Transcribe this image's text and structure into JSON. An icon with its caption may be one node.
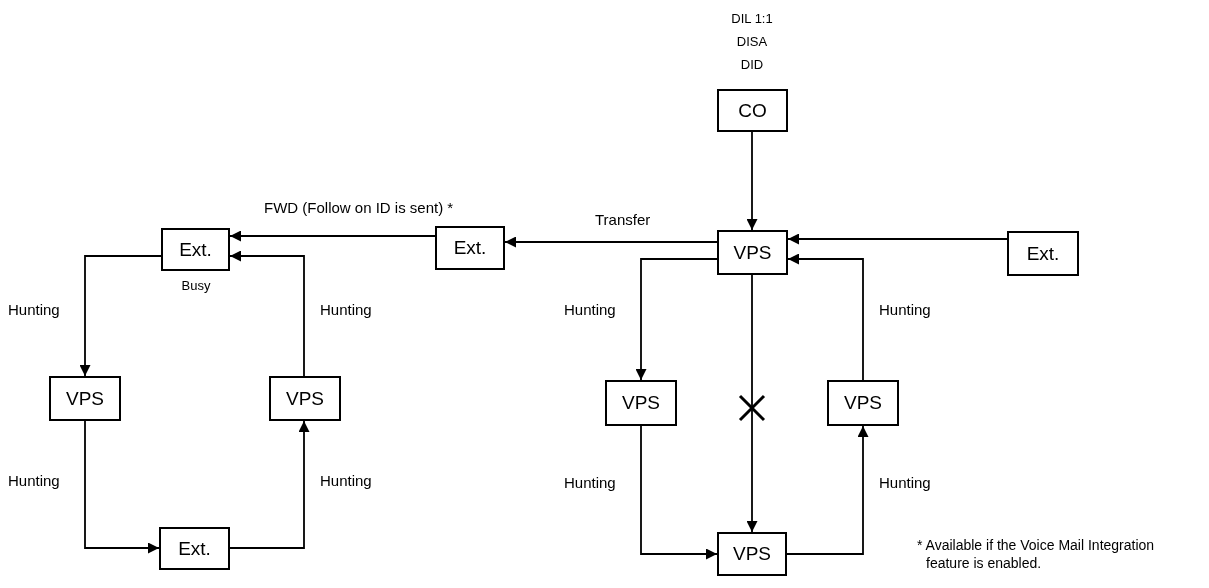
{
  "diagram": {
    "nodes": [
      {
        "text": [
          "CO"
        ],
        "beside": [
          "DIL 1:1",
          "DISA",
          "DID"
        ]
      },
      {
        "text": [
          "VPS"
        ]
      },
      {
        "text": [
          "Ext."
        ]
      },
      {
        "text": [
          "Ext."
        ]
      },
      {
        "text": [
          "Ext."
        ],
        "beside": [
          "Busy"
        ]
      },
      {
        "text": [
          "VPS"
        ]
      },
      {
        "text": [
          "VPS"
        ]
      },
      {
        "text": [
          "Ext."
        ]
      },
      {
        "text": [
          "VPS"
        ]
      },
      {
        "text": [
          "VPS"
        ]
      },
      {
        "text": [
          "VPS"
        ]
      }
    ],
    "edges": [
      {
        "from": 0,
        "to": 1,
        "arrow": "to"
      },
      {
        "from": 2,
        "to": 1,
        "arrow": "to"
      },
      {
        "from": 1,
        "to": 3,
        "arrow": "to",
        "label": "Transfer"
      },
      {
        "from": 3,
        "to": 4,
        "arrow": "to",
        "label": "FWD (Follow on ID is sent) *"
      },
      {
        "from": 4,
        "to": 5,
        "arrow": "to",
        "label": "Hunting"
      },
      {
        "from": 5,
        "to": 7,
        "arrow": "to",
        "label": "Hunting"
      },
      {
        "from": 7,
        "to": 6,
        "arrow": "to",
        "label": "Hunting"
      },
      {
        "from": 6,
        "to": 4,
        "arrow": "to",
        "label": "Hunting"
      },
      {
        "from": 1,
        "to": 8,
        "arrow": "to",
        "label": "Hunting"
      },
      {
        "from": 8,
        "to": 10,
        "arrow": "to",
        "label": "Hunting"
      },
      {
        "from": 10,
        "to": 9,
        "arrow": "to",
        "label": "Hunting"
      },
      {
        "from": 9,
        "to": 1,
        "arrow": "to",
        "label": "Hunting"
      },
      {
        "from": 1,
        "to": 10,
        "arrow": "to"
      }
    ],
    "labels": [
      "* Available if the Voice Mail Integration feature is enabled."
    ]
  }
}
